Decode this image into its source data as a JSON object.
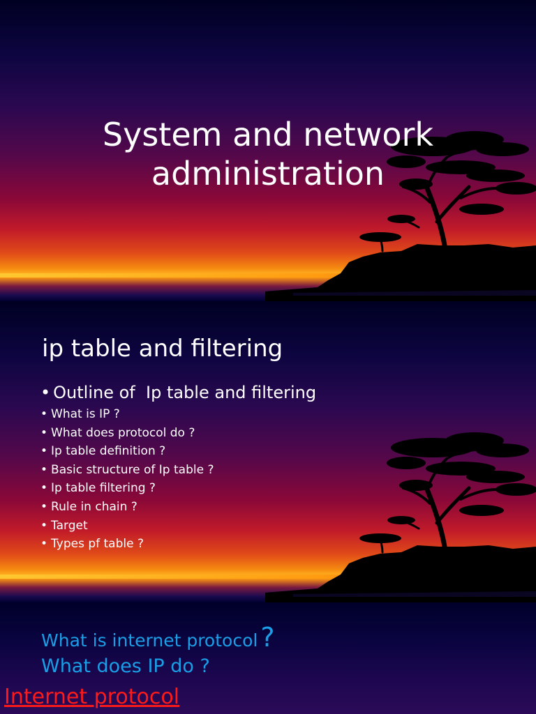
{
  "slides": [
    {
      "title": "System and network\nadministration"
    },
    {
      "title": "ip table and filtering",
      "outline_heading": "Outline of  Ip table and filtering",
      "items": [
        "What is IP ?",
        "What does protocol do ?",
        "Ip table definition ?",
        "Basic structure of Ip table ?",
        "Ip table filtering ?",
        "Rule in chain ?",
        "Target",
        "Types pf table ?"
      ]
    },
    {
      "question_1": "What is internet protocol",
      "question_1_mark": "?",
      "question_2": "What does IP do ?",
      "link_text": "Internet protocol"
    }
  ],
  "colors": {
    "title_text": "#ffffff",
    "question_text": "#1a9ee6",
    "link_text": "#ff1a1a",
    "sky_top": "#000022",
    "sunset_orange": "#f58a10"
  },
  "icons": {
    "bullet": "•"
  }
}
